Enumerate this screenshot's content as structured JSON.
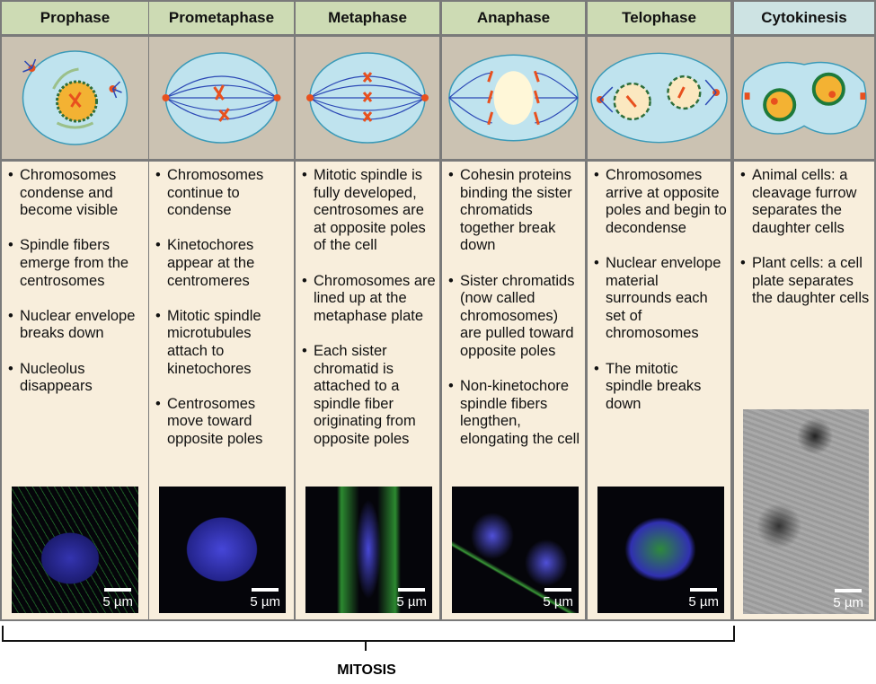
{
  "phases": [
    {
      "title": "Prophase",
      "bullets": [
        "Chromosomes condense and become visible",
        "Spindle fibers emerge from the centrosomes",
        "Nuclear envelope breaks down",
        "Nucleolus disappears"
      ],
      "scale": "5 µm"
    },
    {
      "title": "Prometaphase",
      "bullets": [
        "Chromosomes continue to condense",
        "Kinetochores appear at the centromeres",
        "Mitotic spindle microtubules attach to kinetochores",
        "Centrosomes move toward opposite poles"
      ],
      "scale": "5 µm"
    },
    {
      "title": "Metaphase",
      "bullets": [
        "Mitotic spindle is fully developed, centrosomes are at opposite poles of the cell",
        "Chromosomes are lined up at the metaphase plate",
        "Each sister chromatid is attached to a spindle fiber originating from opposite poles"
      ],
      "scale": "5 µm"
    },
    {
      "title": "Anaphase",
      "bullets": [
        "Cohesin proteins binding the sister chromatids together break down",
        "Sister chromatids (now called chromosomes) are pulled toward opposite poles",
        "Non-kinetochore spindle fibers lengthen, elongating the cell"
      ],
      "scale": "5 µm"
    },
    {
      "title": "Telophase",
      "bullets": [
        "Chromosomes arrive at opposite poles and begin to decondense",
        "Nuclear envelope material surrounds each set of chromosomes",
        "The mitotic spindle breaks down"
      ],
      "scale": "5 µm"
    },
    {
      "title": "Cytokinesis",
      "bullets": [
        "Animal cells: a cleavage furrow separates the daughter cells",
        "Plant cells: a cell plate separates the daughter cells"
      ],
      "scale": "5 µm"
    }
  ],
  "bracket_label": "MITOSIS",
  "colors": {
    "header": "#cddbb4",
    "header_cytokinesis": "#cde3e3",
    "illustration_bg": "#cbc2b2",
    "text_bg": "#f8eedc",
    "cell": "#bfe3ee",
    "chromosome": "#e8501e",
    "spindle": "#2b48b5"
  }
}
